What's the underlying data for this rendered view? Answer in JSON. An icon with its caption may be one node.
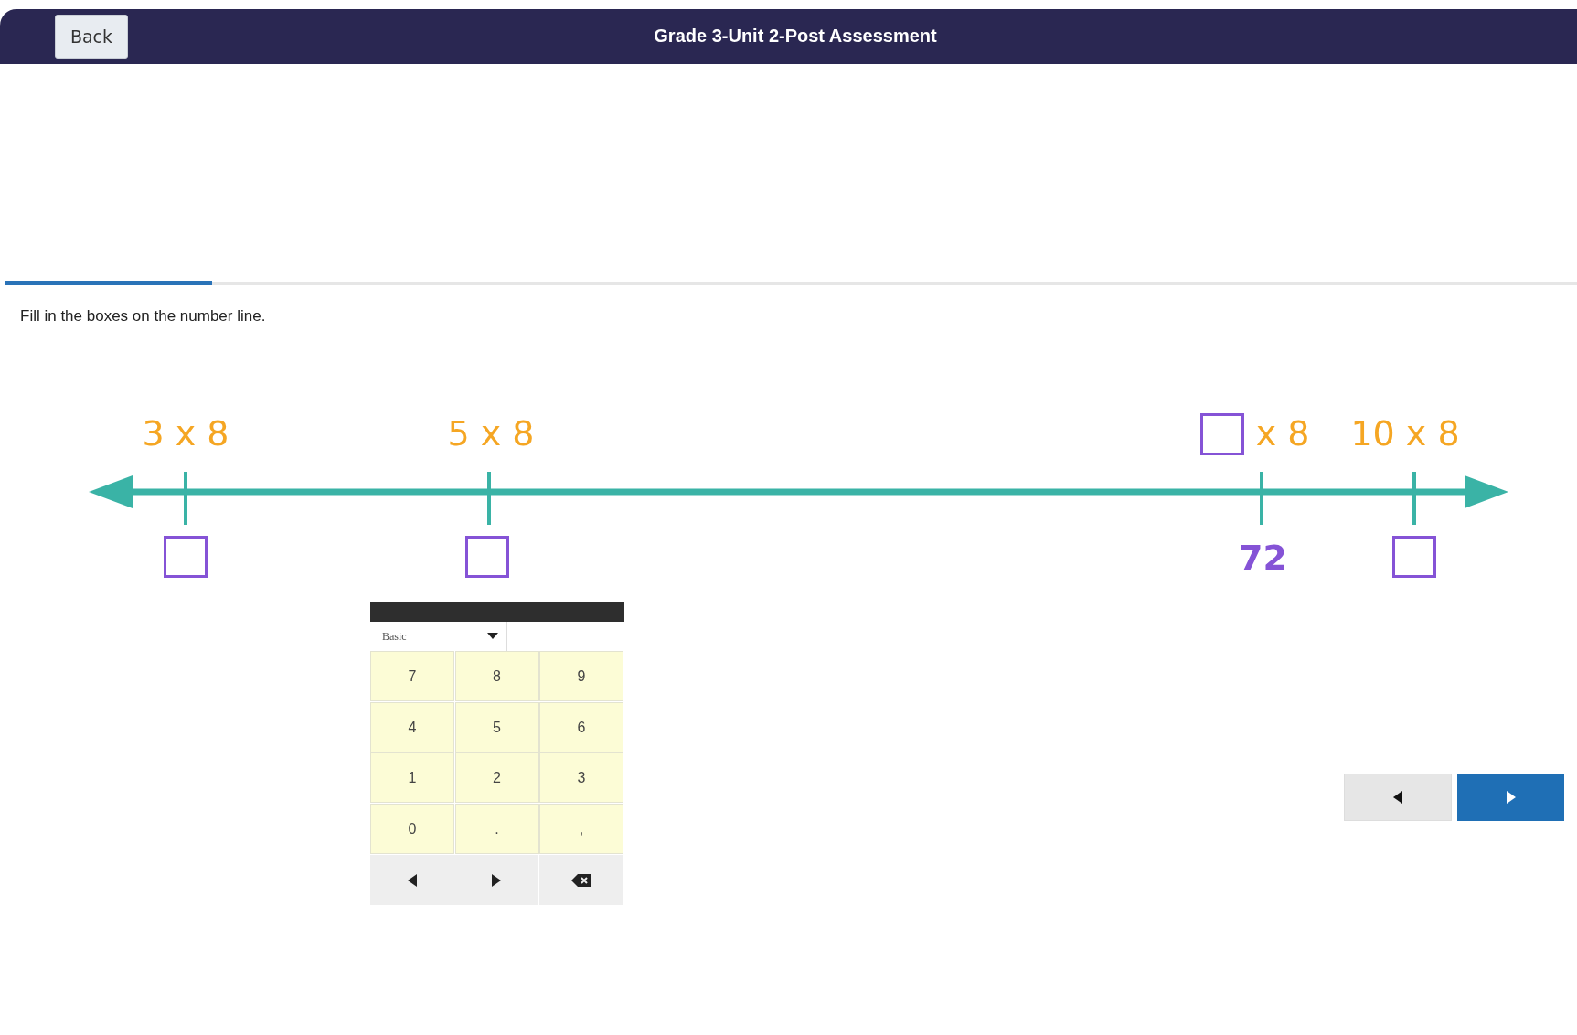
{
  "diagram": {
    "title": "Grade 3-Unit 2-Post Assessment",
    "labels": [
      "Back",
      "Fill in the boxes on the number line.",
      "3 x 8",
      "5 x 8",
      "x 8",
      "10 x 8",
      "72",
      "Basic",
      "7",
      "8",
      "9",
      "4",
      "5",
      "6",
      "1",
      "2",
      "3",
      "0",
      ".",
      ","
    ]
  }
}
